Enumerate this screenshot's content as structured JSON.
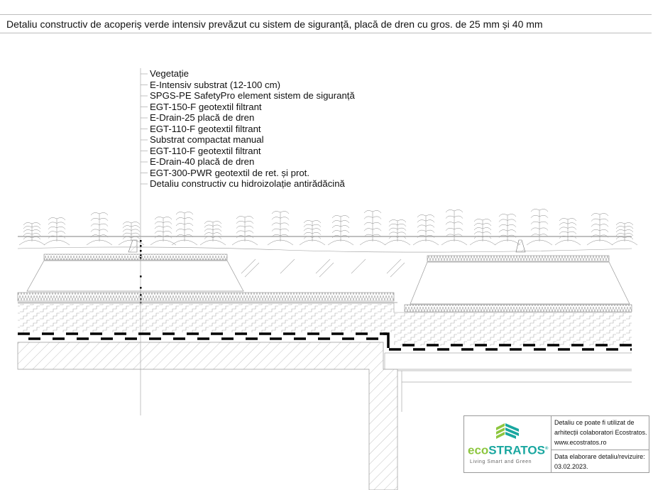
{
  "title": "Detaliu constructiv de acoperiș verde intensiv prevăzut cu sistem de siguranță, placă de dren cu gros. de 25 mm și 40 mm",
  "layers": [
    "Vegetație",
    "E-Intensiv substrat (12-100 cm)",
    "SPGS-PE SafetyPro element sistem de siguranță",
    "EGT-150-F geotextil filtrant",
    "E-Drain-25 placă de dren",
    "EGT-110-F geotextil filtrant",
    "Substrat compactat manual",
    "EGT-110-F geotextil filtrant",
    "E-Drain-40 placă de dren",
    "EGT-300-PWR geotextil de ret. și prot.",
    "Detaliu constructiv cu hidroizolație antirădăcină"
  ],
  "info": {
    "logo": {
      "eco": "eco",
      "stratos": "STRATOS",
      "registered": "®",
      "tagline": "Living Smart and Green"
    },
    "line1": "Detaliu ce poate fi utilizat de",
    "line2": "arhitecții colaboratori Ecostratos.",
    "website": "www.ecostratos.ro",
    "date_label": "Data elaborare detaliu/revizuire:",
    "date": "03.02.2023."
  },
  "colors": {
    "logo_green": "#8dc63f",
    "logo_teal": "#1aa7a0",
    "line": "#555555",
    "membrane": "#000000"
  }
}
